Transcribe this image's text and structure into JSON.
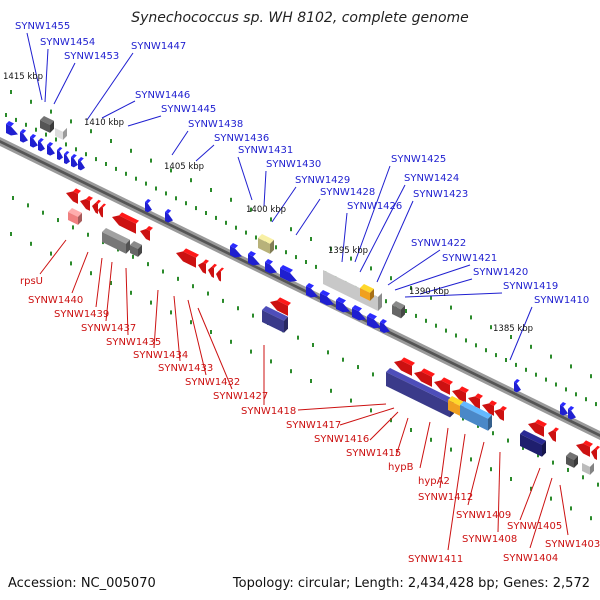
{
  "title": "Synechococcus sp. WH 8102, complete genome",
  "footer": {
    "accession": "Accession: NC_005070",
    "stats": "Topology: circular; Length: 2,434,428 bp; Genes: 2,572"
  },
  "positions": [
    "1415 kbp",
    "1410 kbp",
    "1405 kbp",
    "1400 kbp",
    "1395 kbp",
    "1390 kbp",
    "1385 kbp"
  ],
  "forward_genes": [
    "SYNW1455",
    "SYNW1454",
    "SYNW1453",
    "SYNW1447",
    "SYNW1446",
    "SYNW1445",
    "SYNW1438",
    "SYNW1436",
    "SYNW1431",
    "SYNW1430",
    "SYNW1429",
    "SYNW1428",
    "SYNW1426",
    "SYNW1425",
    "SYNW1424",
    "SYNW1423",
    "SYNW1422",
    "SYNW1421",
    "SYNW1420",
    "SYNW1419",
    "SYNW1410"
  ],
  "reverse_genes": [
    "rpsU",
    "SYNW1440",
    "SYNW1439",
    "SYNW1437",
    "SYNW1435",
    "SYNW1434",
    "SYNW1433",
    "SYNW1432",
    "SYNW1427",
    "SYNW1418",
    "SYNW1417",
    "SYNW1416",
    "SYNW1415",
    "hypB",
    "hypA2",
    "SYNW1412",
    "SYNW1411",
    "SYNW1409",
    "SYNW1408",
    "SYNW1405",
    "SYNW1404",
    "SYNW1403"
  ],
  "colors": {
    "forward": "#1f1fd0",
    "reverse": "#cc1111",
    "backbone": "#777777",
    "tick": "#2a8a2a"
  }
}
